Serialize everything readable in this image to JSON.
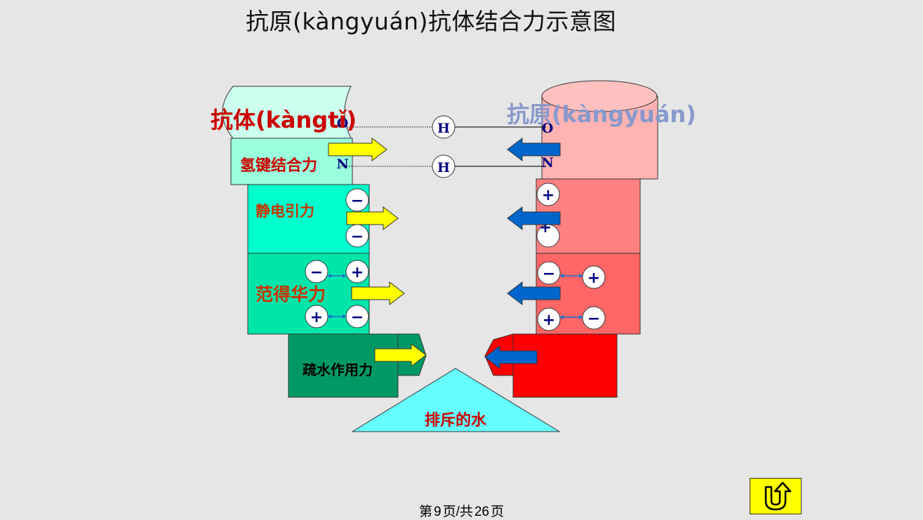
{
  "slide": {
    "title": "抗原(kàngyuán)抗体结合力示意图"
  },
  "diagram": {
    "antibody_label": "抗体(kàngtǐ)",
    "antigen_label": "抗原(kàngyuán)",
    "forces": {
      "hydrogen_bond": "氢键结合力",
      "electrostatic": "静电引力",
      "van_der_waals": "范得华力",
      "hydrophobic": "疏水作用力"
    },
    "water_label": "排斥的水",
    "atoms": {
      "o": "O",
      "n": "N",
      "h": "H"
    },
    "charges": {
      "minus": "−",
      "plus": "+"
    },
    "colors": {
      "antibody_top": "#ccffee",
      "antibody_hbond": "#99ffdd",
      "antibody_static": "#00ffcc",
      "antibody_vdw": "#00e6aa",
      "antibody_hydro": "#009966",
      "antigen_top": "#ffb3b3",
      "antigen_static": "#ff8080",
      "antigen_vdw": "#ff6666",
      "antigen_hydro": "#ff0000",
      "water": "#66ffff",
      "arrow_left": "#ffff00",
      "arrow_right": "#0066cc",
      "label_red": "#cc0000",
      "antigen_label": "#8899cc"
    }
  },
  "footer": {
    "prefix": "第",
    "page": "9",
    "mid": "页/共",
    "total": "26",
    "suffix": "页"
  },
  "nav": {
    "icon": "return-arrow-icon"
  }
}
